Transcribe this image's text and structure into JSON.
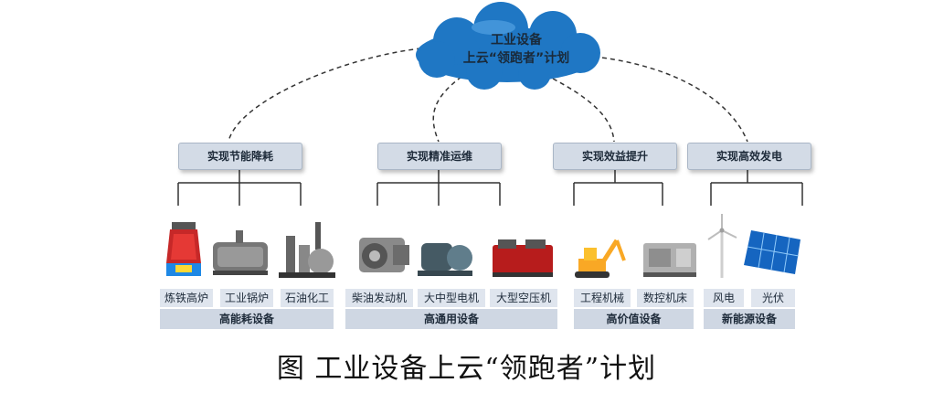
{
  "cloud": {
    "line1": "工业设备",
    "line2": "上云“领跑者”计划"
  },
  "goals": [
    {
      "label": "实现节能降耗"
    },
    {
      "label": "实现精准运维"
    },
    {
      "label": "实现效益提升"
    },
    {
      "label": "实现高效发电"
    }
  ],
  "equipment": [
    {
      "label": "炼铁高炉",
      "icon": "blast-furnace-icon"
    },
    {
      "label": "工业锅炉",
      "icon": "industrial-boiler-icon"
    },
    {
      "label": "石油化工",
      "icon": "petrochemical-plant-icon"
    },
    {
      "label": "柴油发动机",
      "icon": "diesel-engine-icon"
    },
    {
      "label": "大中型电机",
      "icon": "electric-motor-icon"
    },
    {
      "label": "大型空压机",
      "icon": "air-compressor-icon"
    },
    {
      "label": "工程机械",
      "icon": "excavator-icon"
    },
    {
      "label": "数控机床",
      "icon": "cnc-machine-icon"
    },
    {
      "label": "风电",
      "icon": "wind-turbine-icon"
    },
    {
      "label": "光伏",
      "icon": "solar-panel-icon"
    }
  ],
  "categories": [
    {
      "label": "高能耗设备"
    },
    {
      "label": "高通用设备"
    },
    {
      "label": "高价值设备"
    },
    {
      "label": "新能源设备"
    }
  ],
  "caption": "图  工业设备上云“领跑者”计划",
  "colors": {
    "cloud_fill": "#1f77c4",
    "goal_fill": "#d3dbe6",
    "label_fill": "#dfe5ee",
    "category_fill": "#cfd7e3"
  }
}
